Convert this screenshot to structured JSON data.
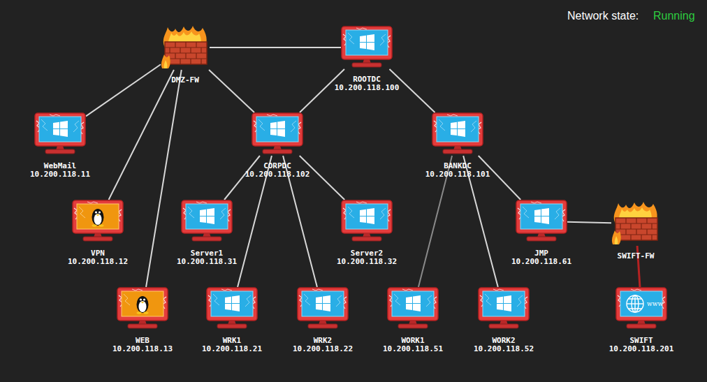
{
  "diagram": {
    "nodes": [
      {
        "text": [
          "DMZ-FW"
        ]
      },
      {
        "text": [
          "ROOTDC",
          "10.200.118.100"
        ]
      },
      {
        "text": [
          "WebMail",
          "10.200.118.11"
        ]
      },
      {
        "text": [
          "CORPDC",
          "10.200.118.102"
        ]
      },
      {
        "text": [
          "BANKDC",
          "10.200.118.101"
        ]
      },
      {
        "text": [
          "VPN",
          "10.200.118.12"
        ]
      },
      {
        "text": [
          "Server1",
          "10.200.118.31"
        ]
      },
      {
        "text": [
          "Server2",
          "10.200.118.32"
        ]
      },
      {
        "text": [
          "JMP",
          "10.200.118.61"
        ]
      },
      {
        "text": [
          "SWIFT-FW"
        ]
      },
      {
        "text": [
          "WEB",
          "10.200.118.13"
        ]
      },
      {
        "text": [
          "WRK1",
          "10.200.118.21"
        ]
      },
      {
        "text": [
          "WRK2",
          "10.200.118.22"
        ]
      },
      {
        "text": [
          "WORK1",
          "10.200.118.51"
        ]
      },
      {
        "text": [
          "WORK2",
          "10.200.118.52"
        ]
      },
      {
        "text": [
          "SWIFT",
          "10.200.118.201"
        ]
      }
    ],
    "edges": [
      {
        "from": 0,
        "to": 1,
        "arrow": "none"
      },
      {
        "from": 0,
        "to": 2,
        "arrow": "none"
      },
      {
        "from": 0,
        "to": 5,
        "arrow": "none"
      },
      {
        "from": 0,
        "to": 10,
        "arrow": "none"
      },
      {
        "from": 0,
        "to": 3,
        "arrow": "none"
      },
      {
        "from": 1,
        "to": 3,
        "arrow": "none"
      },
      {
        "from": 1,
        "to": 4,
        "arrow": "none"
      },
      {
        "from": 3,
        "to": 6,
        "arrow": "none"
      },
      {
        "from": 3,
        "to": 7,
        "arrow": "none"
      },
      {
        "from": 3,
        "to": 11,
        "arrow": "none"
      },
      {
        "from": 3,
        "to": 12,
        "arrow": "none"
      },
      {
        "from": 4,
        "to": 13,
        "arrow": "none"
      },
      {
        "from": 4,
        "to": 14,
        "arrow": "none"
      },
      {
        "from": 4,
        "to": 8,
        "arrow": "none"
      },
      {
        "from": 8,
        "to": 9,
        "arrow": "none"
      },
      {
        "from": 9,
        "to": 15,
        "arrow": "none"
      }
    ],
    "labels": [
      "Network state:",
      "Running",
      "www"
    ]
  }
}
